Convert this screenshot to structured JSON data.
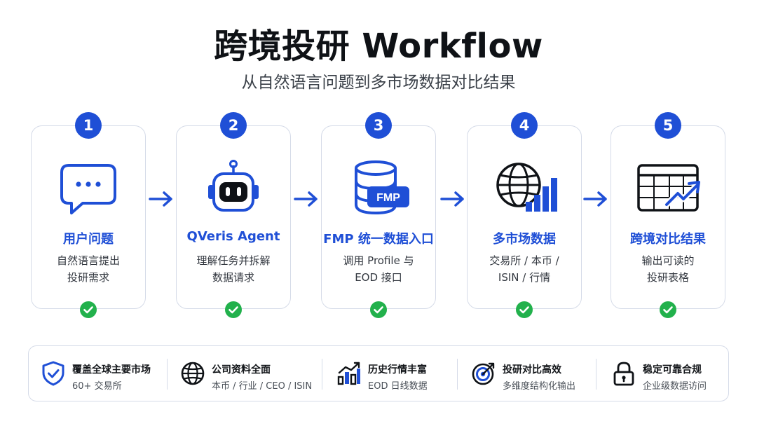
{
  "header": {
    "title": "跨境投研 Workflow",
    "subtitle": "从自然语言问题到多市场数据对比结果"
  },
  "colors": {
    "accent": "#1f4fd6",
    "check": "#22b14c",
    "border": "#d5dbe8"
  },
  "steps": [
    {
      "num": "1",
      "icon": "chat-bubble-icon",
      "title": "用户问题",
      "desc": [
        "自然语言提出",
        "投研需求"
      ]
    },
    {
      "num": "2",
      "icon": "robot-icon",
      "title": "QVeris Agent",
      "desc": [
        "理解任务并拆解",
        "数据请求"
      ]
    },
    {
      "num": "3",
      "icon": "database-icon",
      "badge": "FMP",
      "title": "FMP 统一数据入口",
      "desc": [
        "调用 Profile 与",
        "EOD 接口"
      ]
    },
    {
      "num": "4",
      "icon": "globe-chart-icon",
      "title": "多市场数据",
      "desc": [
        "交易所 / 本币 /",
        "ISIN / 行情"
      ]
    },
    {
      "num": "5",
      "icon": "table-chart-icon",
      "title": "跨境对比结果",
      "desc": [
        "输出可读的",
        "投研表格"
      ]
    }
  ],
  "features": [
    {
      "icon": "shield-check-icon",
      "title": "覆盖全球主要市场",
      "sub": "60+ 交易所"
    },
    {
      "icon": "globe-icon",
      "title": "公司资料全面",
      "sub": "本币 / 行业 / CEO / ISIN"
    },
    {
      "icon": "bar-chart-icon",
      "title": "历史行情丰富",
      "sub": "EOD 日线数据"
    },
    {
      "icon": "target-icon",
      "title": "投研对比高效",
      "sub": "多维度结构化输出"
    },
    {
      "icon": "lock-icon",
      "title": "稳定可靠合规",
      "sub": "企业级数据访问"
    }
  ]
}
